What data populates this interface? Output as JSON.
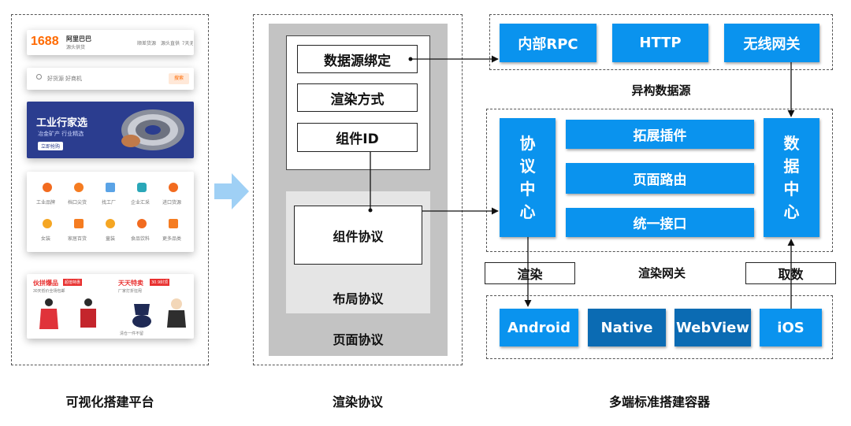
{
  "left": {
    "caption": "可视化搭建平台",
    "brand_logo": "1688",
    "brand_name": "阿里巴巴",
    "brand_sub": "源头供货",
    "header_tags": [
      "顺差货源",
      "源头直供",
      "7天无理"
    ],
    "search_placeholder": "好货源 好商机",
    "search_button": "搜索",
    "banner_title": "工业行家选",
    "banner_sub": "冶金矿产 行业精选",
    "banner_button": "立即抢购",
    "categories_row1": [
      "工业品牌",
      "档口尖货",
      "找工厂",
      "企业汇采",
      "进口货源"
    ],
    "categories_row2": [
      "女装",
      "家居百货",
      "童装",
      "食品饮料",
      "更多品类"
    ],
    "promo_left_title": "伙拼爆品",
    "promo_left_tag": "超值特惠",
    "promo_left_sub": "30天低价全场包邮",
    "promo_right_title": "天天特卖",
    "promo_right_tag": "30.9封顶",
    "promo_right_sub": "厂家打折狂甩",
    "promo_item_caption": "清仓一件不留"
  },
  "middle": {
    "caption": "渲染协议",
    "items": [
      "数据源绑定",
      "渲染方式",
      "组件ID"
    ],
    "component_protocol": "组件协议",
    "layout_protocol": "布局协议",
    "page_protocol": "页面协议"
  },
  "right": {
    "caption": "多端标准搭建容器",
    "sources": [
      "内部RPC",
      "HTTP",
      "无线网关"
    ],
    "sources_label": "异构数据源",
    "protocol_center": [
      "协",
      "议",
      "中",
      "心"
    ],
    "data_center": [
      "数",
      "据",
      "中",
      "心"
    ],
    "middle_blocks": [
      "拓展插件",
      "页面路由",
      "统一接口"
    ],
    "gateway_label": "渲染网关",
    "render_label": "渲染",
    "fetch_label": "取数",
    "clients": [
      "Android",
      "Native",
      "WebView",
      "iOS"
    ]
  },
  "colors": {
    "accent_blue": "#0a93ee",
    "dark_blue": "#0b6bb3",
    "light_arrow": "#9fd0f5",
    "brand_orange": "#ff6a00"
  }
}
